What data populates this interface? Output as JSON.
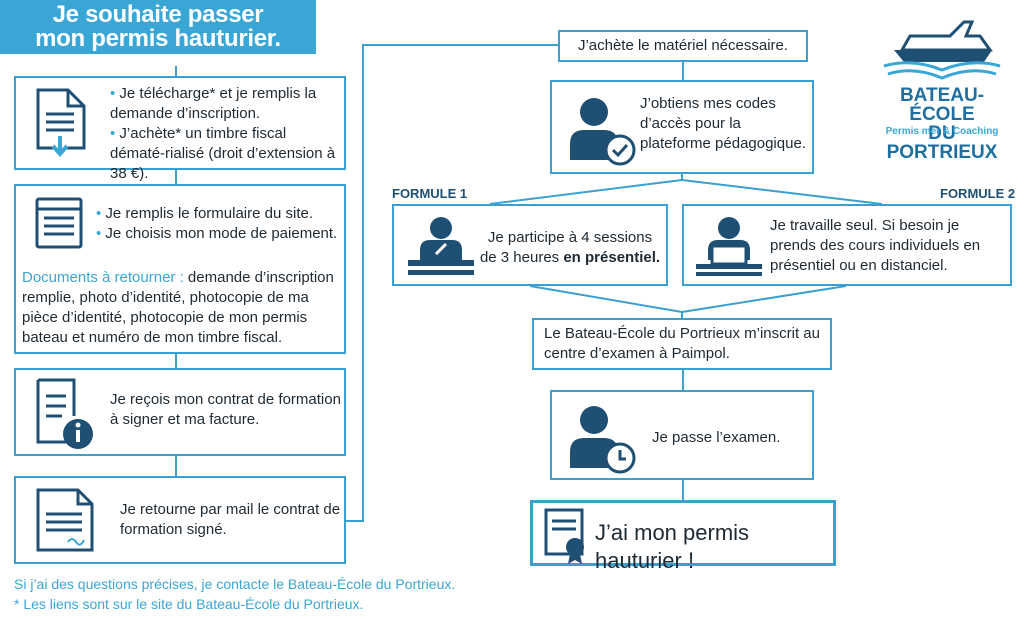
{
  "title": {
    "line1": "Je souhaite passer",
    "line2": "mon permis hauturier."
  },
  "left_steps": {
    "step1": {
      "bullet1": "Je télécharge* et je remplis la demande d’inscription.",
      "bullet2": "J’achète* un timbre fiscal dématé-rialisé (droit d’extension à 38 €)."
    },
    "step2": {
      "bullet1": "Je remplis le formulaire du site.",
      "bullet2": "Je choisis mon mode de paiement.",
      "docs_label": "Documents à retourner :",
      "docs_text": "demande d’inscription remplie, photo d’identité, photocopie de ma pièce d’identité, photocopie de mon permis bateau et numéro de mon timbre fiscal."
    },
    "step3": {
      "text": "Je reçois mon contrat de formation à signer et ma facture."
    },
    "step4": {
      "text": "Je retourne par mail le contrat de formation signé."
    }
  },
  "right_steps": {
    "buy": "J’achète le matériel nécessaire.",
    "codes": "J’obtiens mes codes d’accès pour la plateforme pédagogique.",
    "formule1": {
      "label": "FORMULE 1",
      "text": "Je participe à 4 sessions de 3 heures",
      "bold": "en présentiel."
    },
    "formule2": {
      "label": "FORMULE 2",
      "text": "Je travaille seul. Si besoin je prends des cours individuels en présentiel ou en distanciel."
    },
    "inscrit": "Le Bateau-École du Portrieux m’inscrit au centre d’examen à Paimpol.",
    "exam": "Je passe l’examen.",
    "final": "J’ai mon permis hauturier !"
  },
  "footer": {
    "line1": "Si j’ai des questions précises, je contacte le Bateau-École du Portrieux.",
    "line2": "* Les liens sont sur le site du Bateau-École du Portrieux."
  },
  "logo": {
    "line1": "BATEAU-ÉCOLE",
    "line2": "DU PORTRIEUX",
    "tagline": "Permis mer & Coaching"
  },
  "colors": {
    "accent": "#3aa6d6",
    "border": "#3aa0cf",
    "dark_icon": "#1f4f73"
  }
}
